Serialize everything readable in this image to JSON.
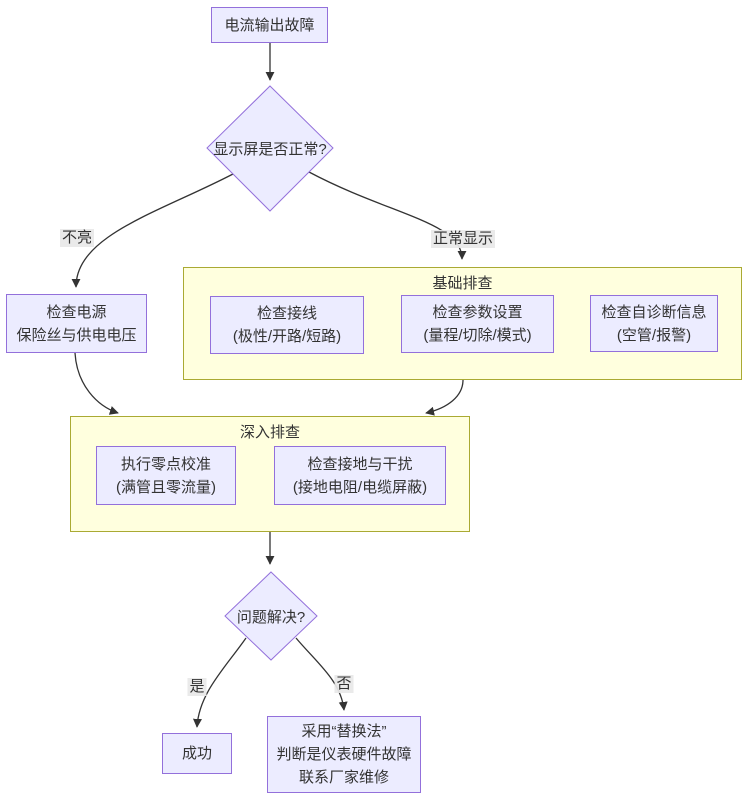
{
  "diagram": {
    "title_node": "电流输出故障",
    "nodes": {
      "start": {
        "label": "电流输出故障"
      },
      "display_decision": {
        "label": "显示屏是否正常?"
      },
      "check_power": {
        "lines": [
          "检查电源",
          "保险丝与供电电压"
        ]
      },
      "check_wiring": {
        "lines": [
          "检查接线",
          "(极性/开路/短路)"
        ]
      },
      "check_params": {
        "lines": [
          "检查参数设置",
          "(量程/切除/模式)"
        ]
      },
      "check_diag": {
        "lines": [
          "检查自诊断信息",
          "(空管/报警)"
        ]
      },
      "zero_cal": {
        "lines": [
          "执行零点校准",
          "(满管且零流量)"
        ]
      },
      "check_ground": {
        "lines": [
          "检查接地与干扰",
          "(接地电阻/电缆屏蔽)"
        ]
      },
      "solved_decision": {
        "label": "问题解决?"
      },
      "success": {
        "label": "成功"
      },
      "replace": {
        "lines": [
          "采用“替换法”",
          "判断是仪表硬件故障",
          "联系厂家维修"
        ]
      }
    },
    "clusters": {
      "basic": {
        "title": "基础排查"
      },
      "deep": {
        "title": "深入排查"
      }
    },
    "edge_labels": {
      "not_lit": "不亮",
      "normal": "正常显示",
      "yes": "是",
      "no": "否"
    },
    "colors": {
      "node_fill": "#ECECFF",
      "node_border": "#9370DB",
      "cluster_fill": "#FFFFDE",
      "cluster_border": "#AAAA33",
      "edge": "#333333",
      "text": "#333333",
      "edge_label_bg": "#E8E8E8",
      "background": "#FFFFFF"
    }
  }
}
